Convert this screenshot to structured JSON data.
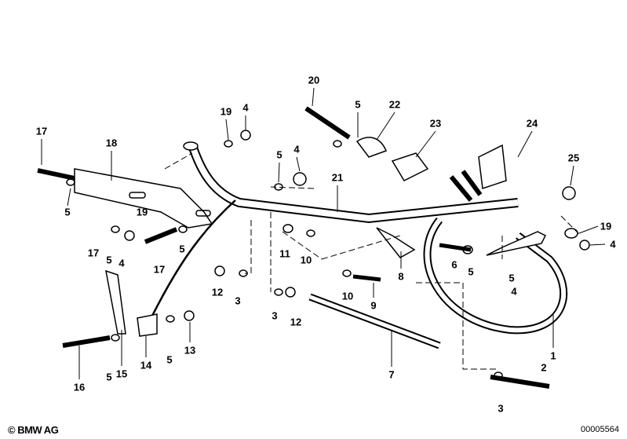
{
  "diagram": {
    "part_labels": [
      "17",
      "18",
      "5",
      "17",
      "5",
      "4",
      "19",
      "17",
      "5",
      "19",
      "4",
      "5",
      "4",
      "20",
      "5",
      "22",
      "23",
      "24",
      "25",
      "21",
      "19",
      "4",
      "6",
      "5",
      "5",
      "4",
      "11",
      "10",
      "8",
      "10",
      "9",
      "12",
      "3",
      "3",
      "12",
      "15",
      "14",
      "5",
      "13",
      "16",
      "5",
      "7",
      "1",
      "2",
      "3"
    ],
    "line_color": "#000000",
    "background": "#ffffff"
  },
  "footer": {
    "copyright": "© BMW AG",
    "document_number": "00005564"
  }
}
